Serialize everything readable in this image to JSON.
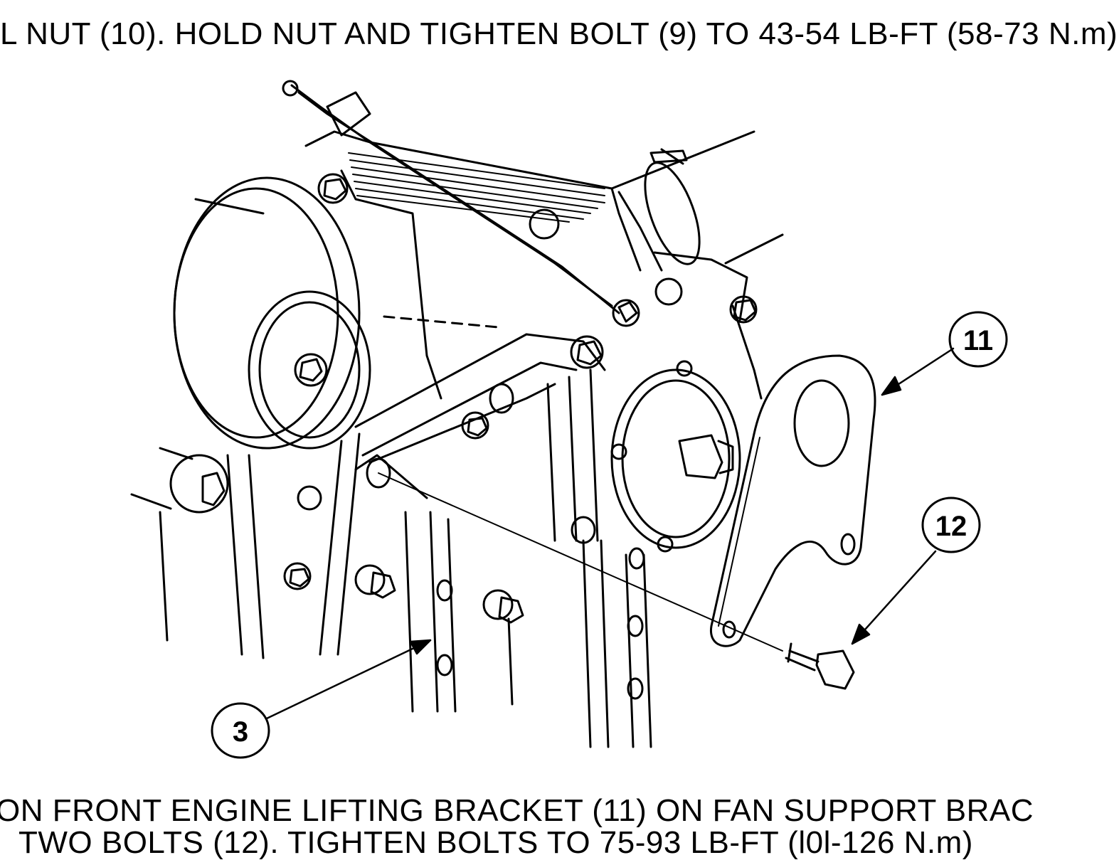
{
  "captions": {
    "top": "L NUT (10). HOLD NUT AND TIGHTEN BOLT (9) TO 43-54 LB-FT (58-73 N.m)",
    "bottom_line1": "ON FRONT ENGINE LIFTING BRACKET (11) ON FAN SUPPORT BRAC",
    "bottom_line2": "TWO BOLTS (12). TIGHTEN BOLTS TO 75-93 LB-FT (l0l-126 N.m)"
  },
  "callouts": {
    "bracket": "11",
    "bolts": "12",
    "fan_support_bracket": "3"
  },
  "colors": {
    "ink": "#000000",
    "paper": "#ffffff"
  }
}
